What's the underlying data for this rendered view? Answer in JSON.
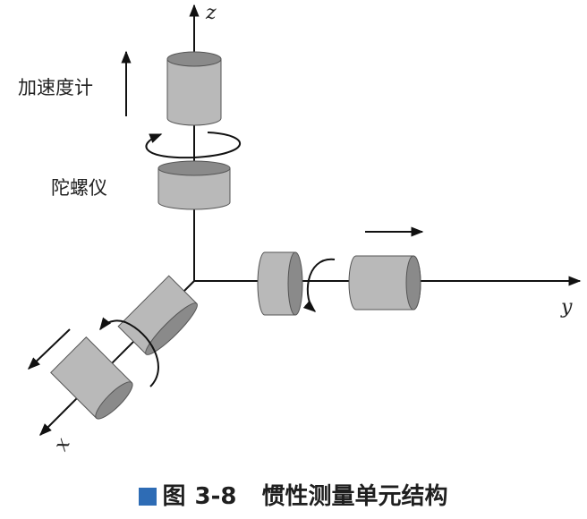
{
  "diagram": {
    "labels": {
      "accelerometer": "加速度计",
      "gyroscope": "陀螺仪",
      "axis_x": "x",
      "axis_y": "y",
      "axis_z": "z"
    },
    "caption": {
      "figure_word": "图",
      "number": "3-8",
      "title": "惯性测量单元结构"
    },
    "colors": {
      "cylinder_body": "#b9b9b9",
      "cylinder_top": "#8a8a8a",
      "line": "#111111",
      "caption_mark": "#2e6cb5"
    },
    "components": [
      "accelerometer-z",
      "gyroscope-z",
      "gyroscope-y",
      "accelerometer-y",
      "gyroscope-x",
      "accelerometer-x"
    ]
  }
}
